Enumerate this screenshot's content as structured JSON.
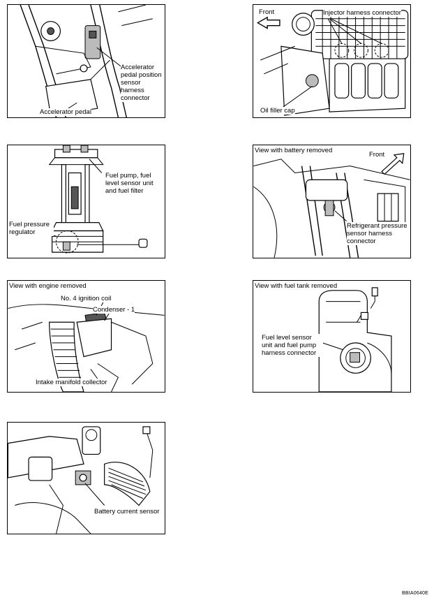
{
  "panels": {
    "accel": {
      "labels": {
        "sensor": "Accelerator pedal position sensor harness connector",
        "pedal": "Accelerator pedal"
      }
    },
    "injector": {
      "labels": {
        "front": "Front",
        "injector": "Injector harness connector",
        "oilcap": "Oil filler cap"
      }
    },
    "fuelpump": {
      "labels": {
        "pump": "Fuel pump, fuel level sensor unit and fuel filter",
        "regulator": "Fuel pressure regulator"
      }
    },
    "battery_removed": {
      "labels": {
        "view": "View with battery removed",
        "front": "Front",
        "refrigerant": "Refrigerant pressure sensor harness connector"
      }
    },
    "engine_removed": {
      "labels": {
        "view": "View with engine removed",
        "coil": "No. 4 ignition coil",
        "condenser": "Condenser - 1",
        "intake": "Intake manifold collector"
      }
    },
    "fueltank": {
      "labels": {
        "view": "View with fuel tank removed",
        "sensor": "Fuel level sensor unit and fuel pump harness connector"
      }
    },
    "batterycurrent": {
      "labels": {
        "sensor": "Battery current sensor"
      }
    }
  },
  "figure_code": "BBIA0640E"
}
